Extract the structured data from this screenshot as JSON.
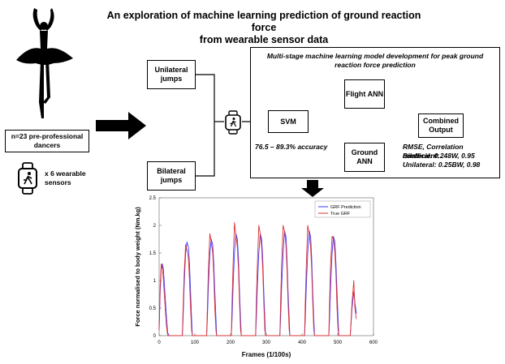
{
  "title_line1": "An exploration of machine learning prediction of ground reaction force",
  "title_line2": "from wearable sensor data",
  "participants": "n=23 pre-professional dancers",
  "sensors": "x 6 wearable sensors",
  "jumps": {
    "unilateral": "Unilateral jumps",
    "bilateral": "Bilateral jumps"
  },
  "model_panel": {
    "heading": "Multi-stage machine learning model development for peak ground reaction force prediction",
    "svm": "SVM",
    "flight_ann": "Flight ANN",
    "ground_ann": "Ground ANN",
    "combined": "Combined Output",
    "accuracy": "76.5 – 89.3% accuracy",
    "rmse_title": "RMSE, Correlation coefficient:",
    "rmse_bilateral": "Bilateral: 0.248W, 0.95",
    "rmse_unilateral": "Unilateral: 0.25BW, 0.98"
  },
  "colors": {
    "prediction": "#3a3aff",
    "true": "#e03030"
  },
  "chart_data": {
    "type": "line",
    "title": "",
    "xlabel": "Frames (1/100s)",
    "ylabel": "Force normalised to body weight (Nm.kg)",
    "xlim": [
      0,
      600
    ],
    "ylim": [
      0,
      2.5
    ],
    "xticks": [
      0,
      100,
      200,
      300,
      400,
      500,
      600
    ],
    "yticks": [
      0,
      0.5,
      1,
      1.5,
      2,
      2.5
    ],
    "legend": "top-right",
    "series": [
      {
        "name": "GRF Prediction",
        "color": "#3a3aff",
        "x": [
          0,
          3,
          6,
          9,
          12,
          15,
          18,
          21,
          24,
          28,
          65,
          67,
          70,
          74,
          78,
          82,
          85,
          88,
          91,
          93,
          133,
          135,
          138,
          142,
          146,
          150,
          153,
          156,
          159,
          161,
          202,
          204,
          207,
          211,
          215,
          219,
          222,
          225,
          228,
          230,
          270,
          272,
          275,
          279,
          283,
          287,
          290,
          293,
          296,
          298,
          338,
          340,
          343,
          347,
          351,
          355,
          358,
          361,
          364,
          366,
          407,
          409,
          412,
          416,
          420,
          424,
          427,
          430,
          433,
          435,
          475,
          477,
          480,
          484,
          488,
          492,
          495,
          498,
          501,
          503,
          535,
          540,
          545,
          548,
          552
        ],
        "y": [
          0.1,
          0.8,
          1.2,
          1.3,
          1.2,
          0.9,
          0.6,
          0.3,
          0.05,
          0.0,
          0.0,
          0.3,
          0.9,
          1.5,
          1.7,
          1.6,
          1.3,
          0.8,
          0.3,
          0.0,
          0.0,
          0.3,
          0.9,
          1.5,
          1.75,
          1.65,
          1.3,
          0.8,
          0.3,
          0.0,
          0.0,
          0.3,
          0.9,
          1.5,
          1.85,
          1.75,
          1.4,
          0.8,
          0.3,
          0.0,
          0.0,
          0.3,
          0.9,
          1.5,
          1.85,
          1.75,
          1.4,
          0.8,
          0.3,
          0.0,
          0.0,
          0.3,
          0.9,
          1.5,
          1.9,
          1.8,
          1.4,
          0.8,
          0.3,
          0.0,
          0.0,
          0.3,
          0.9,
          1.5,
          1.9,
          1.8,
          1.4,
          0.8,
          0.3,
          0.0,
          0.0,
          0.3,
          0.9,
          1.5,
          1.8,
          1.7,
          1.3,
          0.8,
          0.3,
          0.0,
          0.0,
          0.5,
          0.8,
          0.6,
          0.4
        ]
      },
      {
        "name": "True GRF",
        "color": "#e03030",
        "x": [
          0,
          3,
          6,
          9,
          12,
          15,
          18,
          21,
          24,
          28,
          65,
          67,
          70,
          74,
          78,
          82,
          85,
          88,
          91,
          93,
          133,
          135,
          138,
          142,
          146,
          150,
          153,
          156,
          159,
          161,
          202,
          204,
          207,
          211,
          215,
          219,
          222,
          225,
          228,
          230,
          270,
          272,
          275,
          279,
          283,
          287,
          290,
          293,
          296,
          298,
          338,
          340,
          343,
          347,
          351,
          355,
          358,
          361,
          364,
          366,
          407,
          409,
          412,
          416,
          420,
          424,
          427,
          430,
          433,
          435,
          475,
          477,
          480,
          484,
          488,
          492,
          495,
          498,
          501,
          503,
          535,
          540,
          545,
          548,
          552
        ],
        "y": [
          0.1,
          0.9,
          1.3,
          1.25,
          1.0,
          0.7,
          0.4,
          0.15,
          0.0,
          0.0,
          0.0,
          0.5,
          1.1,
          1.65,
          1.55,
          1.4,
          1.0,
          0.5,
          0.1,
          0.0,
          0.0,
          0.5,
          1.2,
          1.85,
          1.7,
          1.5,
          1.1,
          0.5,
          0.1,
          0.0,
          0.0,
          0.6,
          1.3,
          2.05,
          1.8,
          1.6,
          1.2,
          0.6,
          0.1,
          0.0,
          0.0,
          0.6,
          1.3,
          2.0,
          1.85,
          1.6,
          1.2,
          0.6,
          0.1,
          0.0,
          0.0,
          0.6,
          1.3,
          2.0,
          1.9,
          1.65,
          1.2,
          0.6,
          0.1,
          0.0,
          0.0,
          0.6,
          1.3,
          2.0,
          1.85,
          1.6,
          1.2,
          0.6,
          0.1,
          0.0,
          0.0,
          0.6,
          1.3,
          1.8,
          1.75,
          1.5,
          1.1,
          0.5,
          0.1,
          0.0,
          0.0,
          0.6,
          1.0,
          0.5,
          0.3
        ]
      }
    ]
  }
}
